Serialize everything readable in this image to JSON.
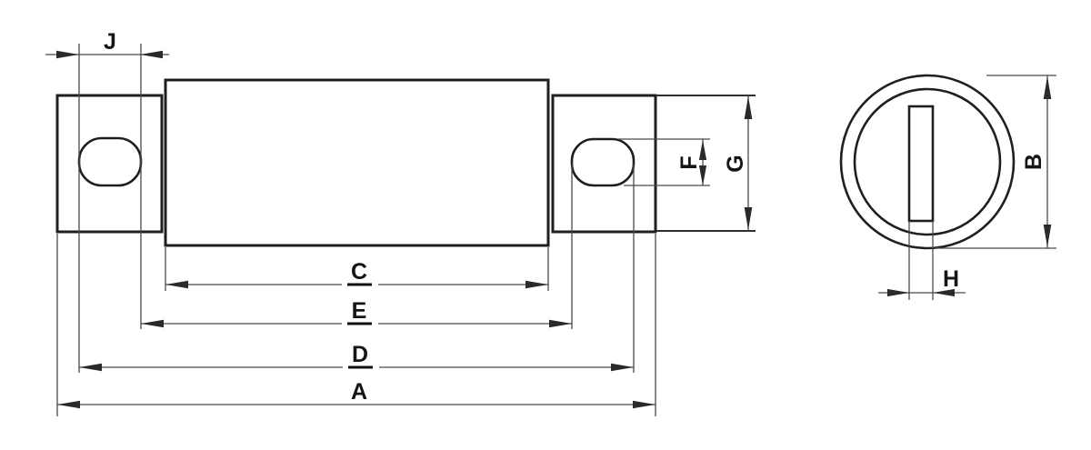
{
  "drawing": {
    "colors": {
      "background": "#ffffff",
      "outline": "#1f1f1f",
      "dimension_lines": "#4a4a4a",
      "labels": "#151515"
    },
    "side_view": {
      "labels": {
        "slot_width_top": "J",
        "body_length": "C",
        "inner_span": "E",
        "outer_span": "D",
        "overall_length": "A",
        "slot_height": "F",
        "cap_diameter": "G"
      }
    },
    "end_view": {
      "labels": {
        "outer_diameter": "B",
        "slot_width": "H"
      }
    }
  }
}
